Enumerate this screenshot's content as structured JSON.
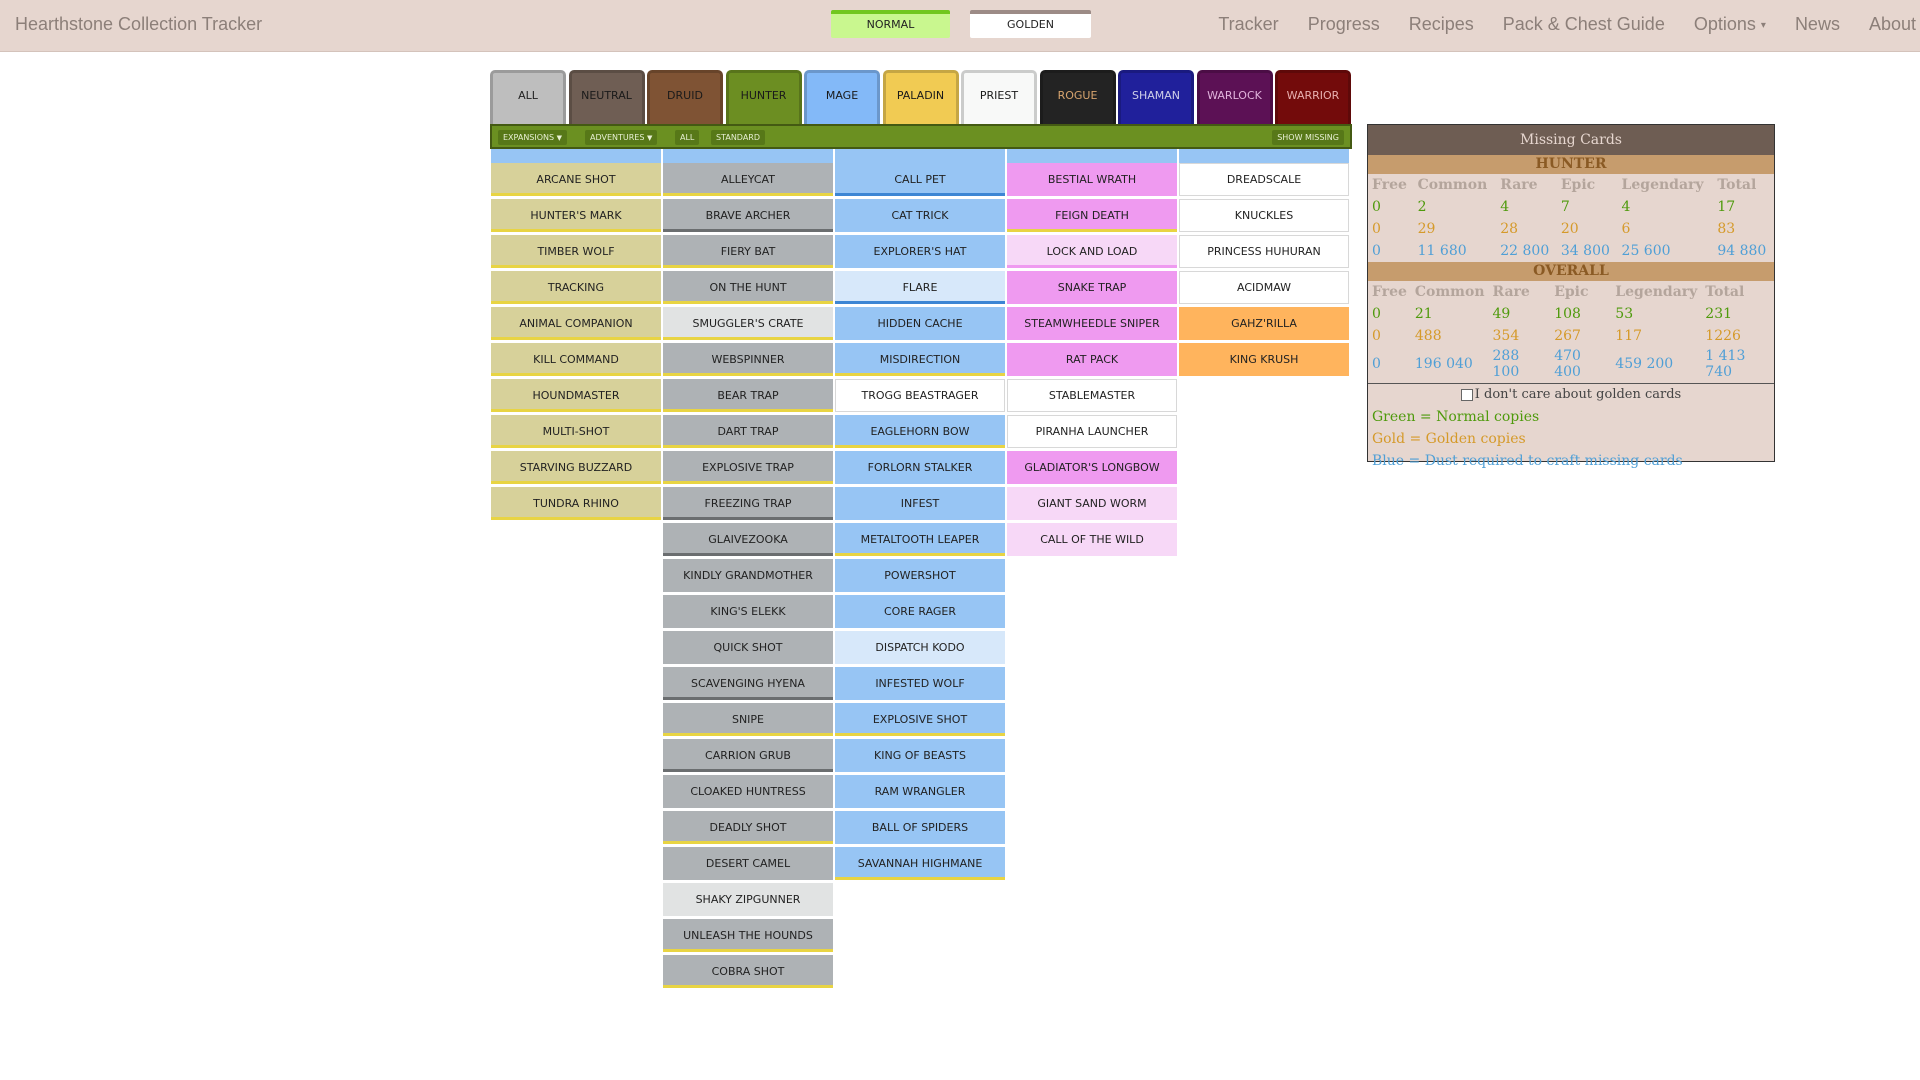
{
  "app": {
    "title": "Hearthstone Collection Tracker"
  },
  "mode_toggle": {
    "normal": "NORMAL",
    "golden": "GOLDEN"
  },
  "nav": {
    "tracker": "Tracker",
    "progress": "Progress",
    "recipes": "Recipes",
    "pack_chest_guide": "Pack & Chest Guide",
    "options": "Options",
    "news": "News",
    "about": "About"
  },
  "class_tabs": [
    {
      "label": "ALL",
      "bg": "#bebebe",
      "fg": "#222222"
    },
    {
      "label": "NEUTRAL",
      "bg": "#6f5e54",
      "fg": "#1a1a1a"
    },
    {
      "label": "DRUID",
      "bg": "#7f5334",
      "fg": "#1a1a1a"
    },
    {
      "label": "HUNTER",
      "bg": "#6c8e22",
      "fg": "#1a1a1a"
    },
    {
      "label": "MAGE",
      "bg": "#83b9f8",
      "fg": "#1a1a1a"
    },
    {
      "label": "PALADIN",
      "bg": "#f1cb53",
      "fg": "#1a1a1a"
    },
    {
      "label": "PRIEST",
      "bg": "#f8f9f8",
      "fg": "#1a1a1a"
    },
    {
      "label": "ROGUE",
      "bg": "#232323",
      "fg": "#d7a46e"
    },
    {
      "label": "SHAMAN",
      "bg": "#20209b",
      "fg": "#cfcfe8"
    },
    {
      "label": "WARLOCK",
      "bg": "#5c1155",
      "fg": "#e0b3dc"
    },
    {
      "label": "WARRIOR",
      "bg": "#730b0b",
      "fg": "#e8b0b0"
    }
  ],
  "filters": {
    "expansions": "EXPANSIONS",
    "adventures": "ADVENTURES",
    "all": "ALL",
    "standard": "STANDARD",
    "show_missing": "SHOW MISSING"
  },
  "colors": {
    "free_card": "#d7d19a",
    "common_card": "#aeb2b5",
    "rare_card": "#97c5f4",
    "epic_card": "#ef9af0",
    "legendary_card": "#ffb45d",
    "light_rare": "#d7e8fa",
    "light_common": "#e1e3e3",
    "light_epic": "#f7d8f7",
    "accent_yellow": "#e8d443",
    "accent_blue": "#3d86d4",
    "accent_grey": "#6b6e70"
  },
  "columns": [
    {
      "name": "free",
      "top": "#97c5f4",
      "cards": [
        {
          "name": "ARCANE SHOT",
          "bg": "#d7d19a",
          "bar": "#e8d443"
        },
        {
          "name": "HUNTER'S MARK",
          "bg": "#d7d19a",
          "bar": "#e8d443"
        },
        {
          "name": "TIMBER WOLF",
          "bg": "#d7d19a",
          "bar": "#e8d443"
        },
        {
          "name": "TRACKING",
          "bg": "#d7d19a",
          "bar": "#e8d443"
        },
        {
          "name": "ANIMAL COMPANION",
          "bg": "#d7d19a",
          "bar": "#e8d443"
        },
        {
          "name": "KILL COMMAND",
          "bg": "#d7d19a",
          "bar": "#e8d443"
        },
        {
          "name": "HOUNDMASTER",
          "bg": "#d7d19a",
          "bar": "#e8d443"
        },
        {
          "name": "MULTI-SHOT",
          "bg": "#d7d19a",
          "bar": "#e8d443"
        },
        {
          "name": "STARVING BUZZARD",
          "bg": "#d7d19a",
          "bar": "#e8d443"
        },
        {
          "name": "TUNDRA RHINO",
          "bg": "#d7d19a",
          "bar": "#e8d443"
        }
      ]
    },
    {
      "name": "common",
      "top": "#97c5f4",
      "cards": [
        {
          "name": "ALLEYCAT",
          "bg": "#aeb2b5",
          "bar": "#e8d443"
        },
        {
          "name": "BRAVE ARCHER",
          "bg": "#aeb2b5",
          "bar": "#6b6e70"
        },
        {
          "name": "FIERY BAT",
          "bg": "#aeb2b5",
          "bar": "#e8d443"
        },
        {
          "name": "ON THE HUNT",
          "bg": "#aeb2b5",
          "bar": "#e8d443"
        },
        {
          "name": "SMUGGLER'S CRATE",
          "bg": "#e1e3e3",
          "bar": "#e8d443"
        },
        {
          "name": "WEBSPINNER",
          "bg": "#aeb2b5",
          "bar": "#e8d443"
        },
        {
          "name": "BEAR TRAP",
          "bg": "#aeb2b5",
          "bar": "#e8d443"
        },
        {
          "name": "DART TRAP",
          "bg": "#aeb2b5",
          "bar": "#e8d443"
        },
        {
          "name": "EXPLOSIVE TRAP",
          "bg": "#aeb2b5",
          "bar": "#e8d443"
        },
        {
          "name": "FREEZING TRAP",
          "bg": "#aeb2b5",
          "bar": "#6b6e70"
        },
        {
          "name": "GLAIVEZOOKA",
          "bg": "#aeb2b5",
          "bar": "#6b6e70"
        },
        {
          "name": "KINDLY GRANDMOTHER",
          "bg": "#aeb2b5",
          "bar": "#aeb2b5"
        },
        {
          "name": "KING'S ELEKK",
          "bg": "#aeb2b5",
          "bar": "#aeb2b5"
        },
        {
          "name": "QUICK SHOT",
          "bg": "#aeb2b5",
          "bar": "#aeb2b5"
        },
        {
          "name": "SCAVENGING HYENA",
          "bg": "#aeb2b5",
          "bar": "#6b6e70"
        },
        {
          "name": "SNIPE",
          "bg": "#aeb2b5",
          "bar": "#e8d443"
        },
        {
          "name": "CARRION GRUB",
          "bg": "#aeb2b5",
          "bar": "#6b6e70"
        },
        {
          "name": "CLOAKED HUNTRESS",
          "bg": "#aeb2b5",
          "bar": "#aeb2b5"
        },
        {
          "name": "DEADLY SHOT",
          "bg": "#aeb2b5",
          "bar": "#e8d443"
        },
        {
          "name": "DESERT CAMEL",
          "bg": "#aeb2b5",
          "bar": "#aeb2b5"
        },
        {
          "name": "SHAKY ZIPGUNNER",
          "bg": "#e1e3e3",
          "bar": "#e1e3e3"
        },
        {
          "name": "UNLEASH THE HOUNDS",
          "bg": "#aeb2b5",
          "bar": "#e8d443"
        },
        {
          "name": "COBRA SHOT",
          "bg": "#aeb2b5",
          "bar": "#e8d443"
        }
      ]
    },
    {
      "name": "rare",
      "top": "#97c5f4",
      "cards": [
        {
          "name": "CALL PET",
          "bg": "#97c5f4",
          "bar": "#3d86d4"
        },
        {
          "name": "CAT TRICK",
          "bg": "#97c5f4",
          "bar": "#97c5f4"
        },
        {
          "name": "EXPLORER'S HAT",
          "bg": "#97c5f4",
          "bar": "#97c5f4"
        },
        {
          "name": "FLARE",
          "bg": "#d7e8fa",
          "bar": "#3d86d4"
        },
        {
          "name": "HIDDEN CACHE",
          "bg": "#97c5f4",
          "bar": "#97c5f4"
        },
        {
          "name": "MISDIRECTION",
          "bg": "#97c5f4",
          "bar": "#e8d443"
        },
        {
          "name": "TROGG BEASTRAGER",
          "bg": "#ffffff",
          "bar": "#ffffff"
        },
        {
          "name": "EAGLEHORN BOW",
          "bg": "#97c5f4",
          "bar": "#e8d443"
        },
        {
          "name": "FORLORN STALKER",
          "bg": "#97c5f4",
          "bar": "#97c5f4"
        },
        {
          "name": "INFEST",
          "bg": "#97c5f4",
          "bar": "#97c5f4"
        },
        {
          "name": "METALTOOTH LEAPER",
          "bg": "#97c5f4",
          "bar": "#e8d443"
        },
        {
          "name": "POWERSHOT",
          "bg": "#97c5f4",
          "bar": "#97c5f4"
        },
        {
          "name": "CORE RAGER",
          "bg": "#97c5f4",
          "bar": "#97c5f4"
        },
        {
          "name": "DISPATCH KODO",
          "bg": "#d7e8fa",
          "bar": "#d7e8fa"
        },
        {
          "name": "INFESTED WOLF",
          "bg": "#97c5f4",
          "bar": "#97c5f4"
        },
        {
          "name": "EXPLOSIVE SHOT",
          "bg": "#97c5f4",
          "bar": "#e8d443"
        },
        {
          "name": "KING OF BEASTS",
          "bg": "#97c5f4",
          "bar": "#97c5f4"
        },
        {
          "name": "RAM WRANGLER",
          "bg": "#97c5f4",
          "bar": "#97c5f4"
        },
        {
          "name": "BALL OF SPIDERS",
          "bg": "#97c5f4",
          "bar": "#97c5f4"
        },
        {
          "name": "SAVANNAH HIGHMANE",
          "bg": "#97c5f4",
          "bar": "#e8d443"
        }
      ]
    },
    {
      "name": "epic",
      "top": "#97c5f4",
      "cards": [
        {
          "name": "BESTIAL WRATH",
          "bg": "#ef9af0",
          "bar": "#ef9af0"
        },
        {
          "name": "FEIGN DEATH",
          "bg": "#ef9af0",
          "bar": "#e8d443"
        },
        {
          "name": "LOCK AND LOAD",
          "bg": "#f7d8f7",
          "bar": "#ef9af0"
        },
        {
          "name": "SNAKE TRAP",
          "bg": "#ef9af0",
          "bar": "#ef9af0"
        },
        {
          "name": "STEAMWHEEDLE SNIPER",
          "bg": "#ef9af0",
          "bar": "#ef9af0"
        },
        {
          "name": "RAT PACK",
          "bg": "#ef9af0",
          "bar": "#ef9af0"
        },
        {
          "name": "STABLEMASTER",
          "bg": "#ffffff",
          "bar": "#ffffff"
        },
        {
          "name": "PIRANHA LAUNCHER",
          "bg": "#ffffff",
          "bar": "#ffffff"
        },
        {
          "name": "GLADIATOR'S LONGBOW",
          "bg": "#ef9af0",
          "bar": "#ef9af0"
        },
        {
          "name": "GIANT SAND WORM",
          "bg": "#f7d8f7",
          "bar": "#f7d8f7"
        },
        {
          "name": "CALL OF THE WILD",
          "bg": "#f7d8f7",
          "bar": "#f7d8f7"
        }
      ]
    },
    {
      "name": "legendary",
      "top": "#97c5f4",
      "cards": [
        {
          "name": "DREADSCALE",
          "bg": "#ffffff",
          "bar": "#ffffff"
        },
        {
          "name": "KNUCKLES",
          "bg": "#ffffff",
          "bar": "#ffffff"
        },
        {
          "name": "PRINCESS HUHURAN",
          "bg": "#ffffff",
          "bar": "#ffffff"
        },
        {
          "name": "ACIDMAW",
          "bg": "#ffffff",
          "bar": "#ffffff"
        },
        {
          "name": "GAHZ'RILLA",
          "bg": "#ffb45d",
          "bar": "#ffb45d"
        },
        {
          "name": "KING KRUSH",
          "bg": "#ffb45d",
          "bar": "#ffb45d"
        }
      ]
    }
  ],
  "missing_panel": {
    "title": "Missing Cards",
    "hunter_heading": "HUNTER",
    "overall_heading": "OVERALL",
    "headers": [
      "Free",
      "Common",
      "Rare",
      "Epic",
      "Legendary",
      "Total"
    ],
    "hunter_rows": [
      [
        "0",
        "2",
        "4",
        "7",
        "4",
        "17"
      ],
      [
        "0",
        "29",
        "28",
        "20",
        "6",
        "83"
      ],
      [
        "0",
        "11 680",
        "22 800",
        "34 800",
        "25 600",
        "94 880"
      ]
    ],
    "overall_rows": [
      [
        "0",
        "21",
        "49",
        "108",
        "53",
        "231"
      ],
      [
        "0",
        "488",
        "354",
        "267",
        "117",
        "1226"
      ],
      [
        "0",
        "196 040",
        "288 100",
        "470 400",
        "459 200",
        "1 413 740"
      ]
    ],
    "golden_checkbox_label": "I don't care about golden cards",
    "legend_green": "Green = Normal copies",
    "legend_gold": "Gold = Golden copies",
    "legend_blue": "Blue = Dust required to craft missing cards"
  }
}
